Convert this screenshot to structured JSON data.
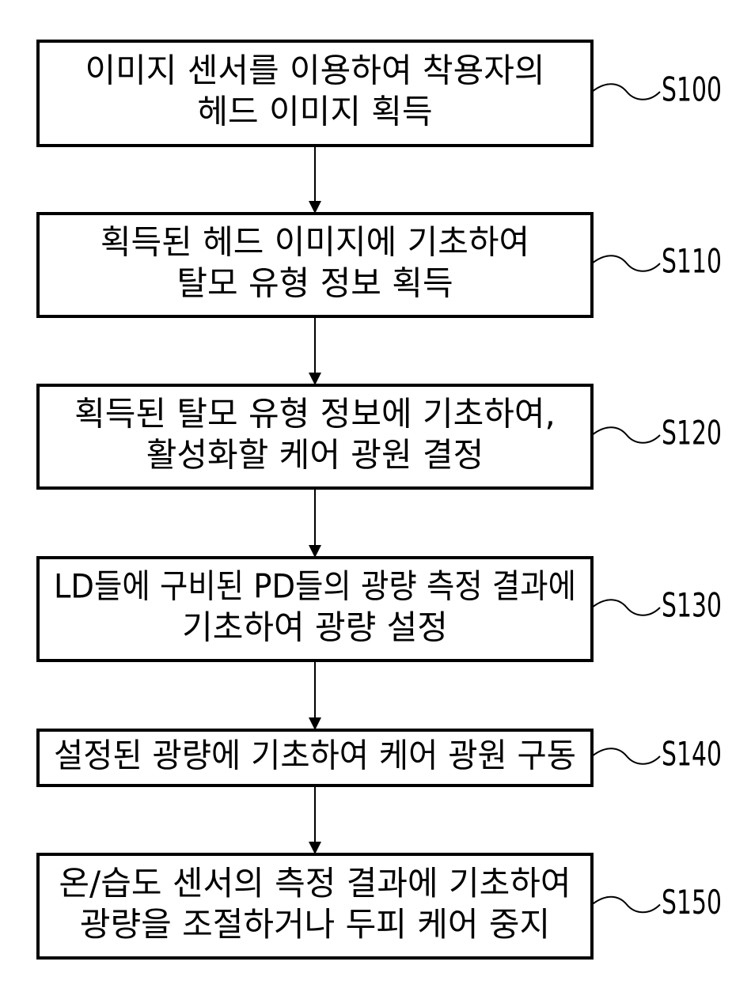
{
  "steps": [
    {
      "id": "S100",
      "lines": [
        "이미지 센서를 이용하여 착용자의",
        "헤드 이미지 획득"
      ]
    },
    {
      "id": "S110",
      "lines": [
        "획득된 헤드 이미지에 기초하여",
        "탈모 유형 정보 획득"
      ]
    },
    {
      "id": "S120",
      "lines": [
        "획득된 탈모 유형 정보에 기초하여,",
        "활성화할 케어 광원 결정"
      ]
    },
    {
      "id": "S130",
      "lines": [
        "LD들에 구비된 PD들의 광량 측정 결과에",
        "기초하여 광량 설정"
      ]
    },
    {
      "id": "S140",
      "lines": [
        "설정된 광량에 기초하여 케어 광원 구동"
      ]
    },
    {
      "id": "S150",
      "lines": [
        "온/습도 센서의 측정 결과에 기초하여",
        "광량을 조절하거나 두피 케어 중지"
      ]
    }
  ]
}
